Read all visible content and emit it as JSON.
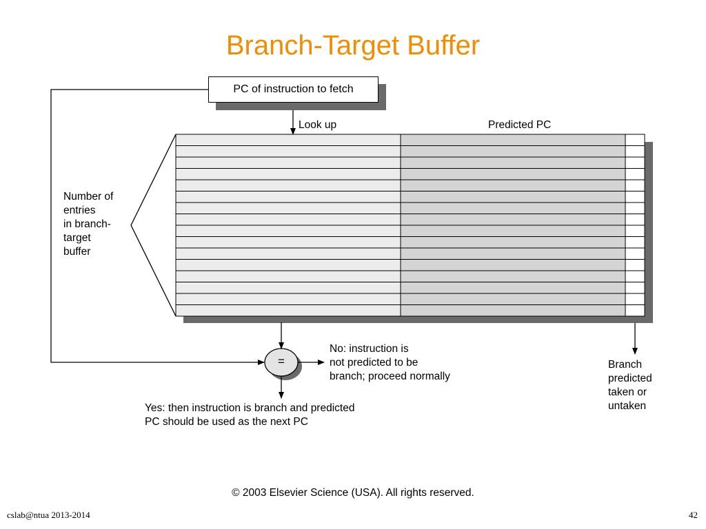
{
  "title": "Branch-Target Buffer",
  "pc_box": "PC of instruction to fetch",
  "lookup_label": "Look up",
  "predicted_pc_label": "Predicted PC",
  "entries_label": [
    "Number of",
    "entries",
    "in branch-",
    "target",
    "buffer"
  ],
  "compare_symbol": "=",
  "no_label": [
    "No:  instruction is",
    "not predicted to be",
    "branch; proceed normally"
  ],
  "yes_label": [
    "Yes:  then instruction is branch and predicted",
    "PC should be used as the next PC"
  ],
  "branch_label": [
    "Branch",
    "predicted",
    "taken or",
    "untaken"
  ],
  "copyright": "© 2003 Elsevier Science (USA). All rights reserved.",
  "footer_left": "cslab@ntua 2013-2014",
  "footer_right": "42",
  "colors": {
    "title": "#f28c00",
    "tag_column": "#ececec",
    "predicted_column": "#d4d4d4",
    "shadow": "#6a6a6a"
  },
  "btb_rows": 16
}
